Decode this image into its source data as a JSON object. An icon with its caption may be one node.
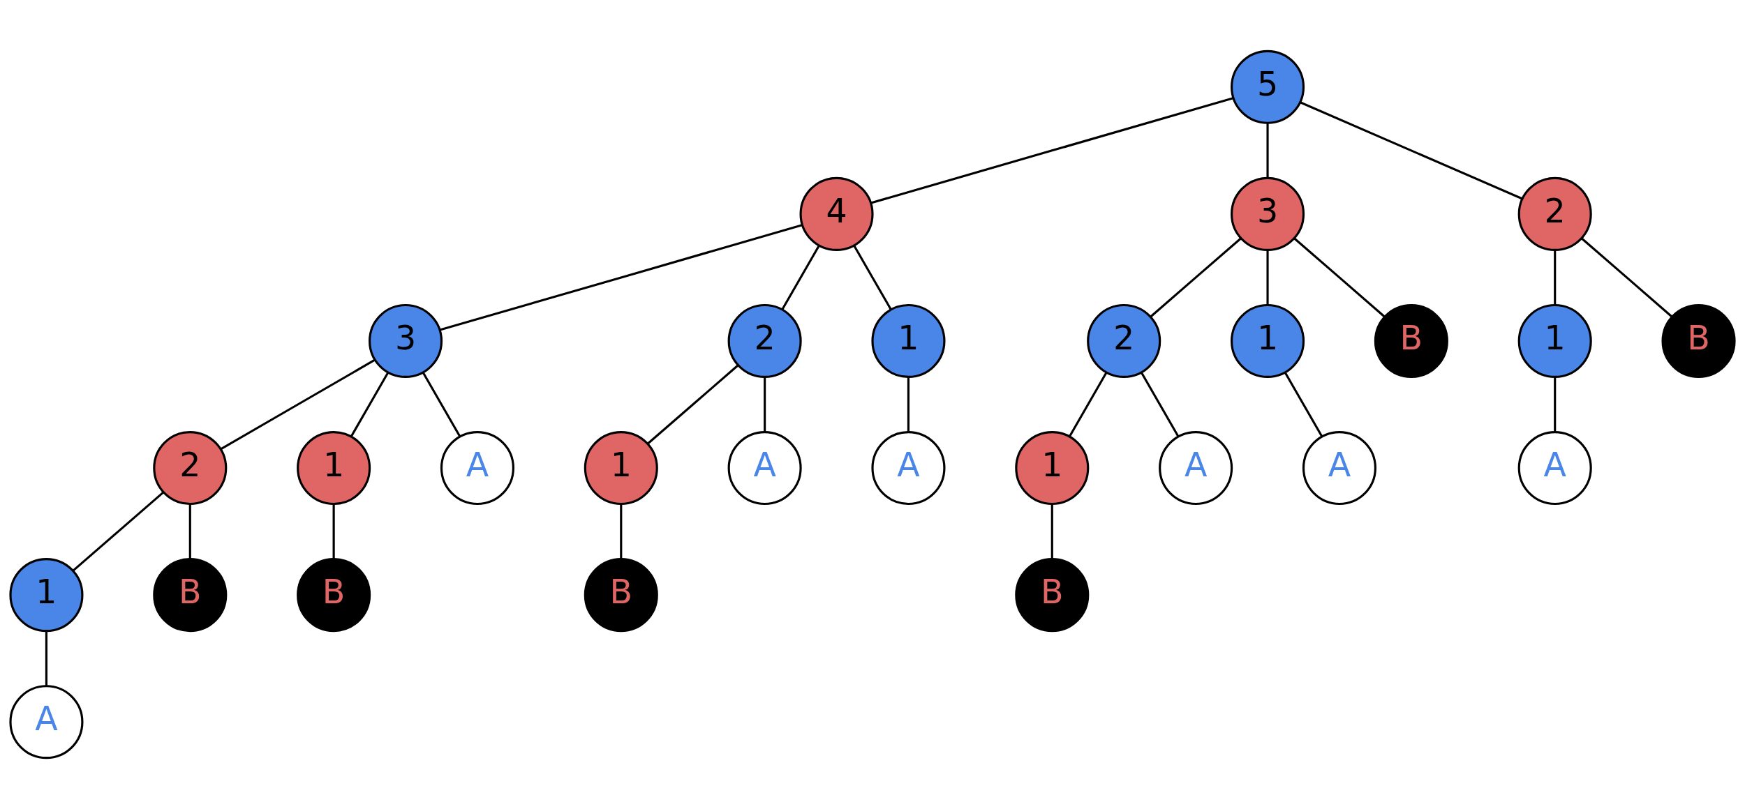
{
  "diagram": {
    "nodes": [
      {
        "text": [
          "5"
        ]
      },
      {
        "text": [
          "4"
        ]
      },
      {
        "text": [
          "3"
        ]
      },
      {
        "text": [
          "2"
        ]
      },
      {
        "text": [
          "3"
        ]
      },
      {
        "text": [
          "2"
        ]
      },
      {
        "text": [
          "1"
        ]
      },
      {
        "text": [
          "2"
        ]
      },
      {
        "text": [
          "1"
        ]
      },
      {
        "text": [
          "B"
        ]
      },
      {
        "text": [
          "1"
        ]
      },
      {
        "text": [
          "B"
        ]
      },
      {
        "text": [
          "2"
        ]
      },
      {
        "text": [
          "1"
        ]
      },
      {
        "text": [
          "A"
        ]
      },
      {
        "text": [
          "1"
        ]
      },
      {
        "text": [
          "A"
        ]
      },
      {
        "text": [
          "A"
        ]
      },
      {
        "text": [
          "1"
        ]
      },
      {
        "text": [
          "A"
        ]
      },
      {
        "text": [
          "A"
        ]
      },
      {
        "text": [
          "A"
        ]
      },
      {
        "text": [
          "1"
        ]
      },
      {
        "text": [
          "B"
        ]
      },
      {
        "text": [
          "B"
        ]
      },
      {
        "text": [
          "B"
        ]
      },
      {
        "text": [
          "B"
        ]
      },
      {
        "text": [
          "A"
        ]
      }
    ],
    "edges": [
      {
        "from": 0,
        "to": 1,
        "arrow": "none"
      },
      {
        "from": 0,
        "to": 2,
        "arrow": "none"
      },
      {
        "from": 0,
        "to": 3,
        "arrow": "none"
      },
      {
        "from": 1,
        "to": 4,
        "arrow": "none"
      },
      {
        "from": 1,
        "to": 5,
        "arrow": "none"
      },
      {
        "from": 1,
        "to": 6,
        "arrow": "none"
      },
      {
        "from": 2,
        "to": 7,
        "arrow": "none"
      },
      {
        "from": 2,
        "to": 8,
        "arrow": "none"
      },
      {
        "from": 2,
        "to": 9,
        "arrow": "none"
      },
      {
        "from": 3,
        "to": 10,
        "arrow": "none"
      },
      {
        "from": 3,
        "to": 11,
        "arrow": "none"
      },
      {
        "from": 4,
        "to": 12,
        "arrow": "none"
      },
      {
        "from": 4,
        "to": 13,
        "arrow": "none"
      },
      {
        "from": 4,
        "to": 14,
        "arrow": "none"
      },
      {
        "from": 5,
        "to": 15,
        "arrow": "none"
      },
      {
        "from": 5,
        "to": 16,
        "arrow": "none"
      },
      {
        "from": 6,
        "to": 17,
        "arrow": "none"
      },
      {
        "from": 7,
        "to": 18,
        "arrow": "none"
      },
      {
        "from": 7,
        "to": 19,
        "arrow": "none"
      },
      {
        "from": 8,
        "to": 20,
        "arrow": "none"
      },
      {
        "from": 10,
        "to": 21,
        "arrow": "none"
      },
      {
        "from": 12,
        "to": 22,
        "arrow": "none"
      },
      {
        "from": 12,
        "to": 23,
        "arrow": "none"
      },
      {
        "from": 13,
        "to": 24,
        "arrow": "none"
      },
      {
        "from": 15,
        "to": 25,
        "arrow": "none"
      },
      {
        "from": 18,
        "to": 26,
        "arrow": "none"
      },
      {
        "from": 22,
        "to": 27,
        "arrow": "none"
      }
    ]
  }
}
